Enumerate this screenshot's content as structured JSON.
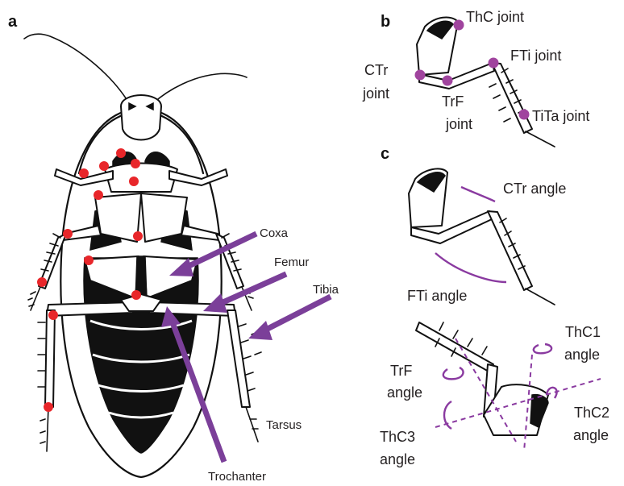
{
  "panels": {
    "a": "a",
    "b": "b",
    "c": "c"
  },
  "panel_a": {
    "labels": {
      "coxa": "Coxa",
      "femur": "Femur",
      "tibia": "Tibia",
      "tarsus": "Tarsus",
      "trochanter": "Trochanter"
    }
  },
  "panel_b": {
    "labels": {
      "thc": "ThC joint",
      "ctr_1": "CTr",
      "ctr_2": "joint",
      "trf_1": "TrF",
      "trf_2": "joint",
      "fti": "FTi joint",
      "tita": "TiTa joint"
    }
  },
  "panel_c": {
    "labels": {
      "ctr_angle": "CTr angle",
      "fti_angle": "FTi angle",
      "thc1_1": "ThC1",
      "thc1_2": "angle",
      "trf_1": "TrF",
      "trf_2": "angle",
      "thc2_1": "ThC2",
      "thc2_2": "angle",
      "thc3_1": "ThC3",
      "thc3_2": "angle"
    }
  },
  "colors": {
    "accent": "#7b3f99",
    "marker": "#e8262a",
    "joint": "#a0449e",
    "ink": "#111111"
  }
}
